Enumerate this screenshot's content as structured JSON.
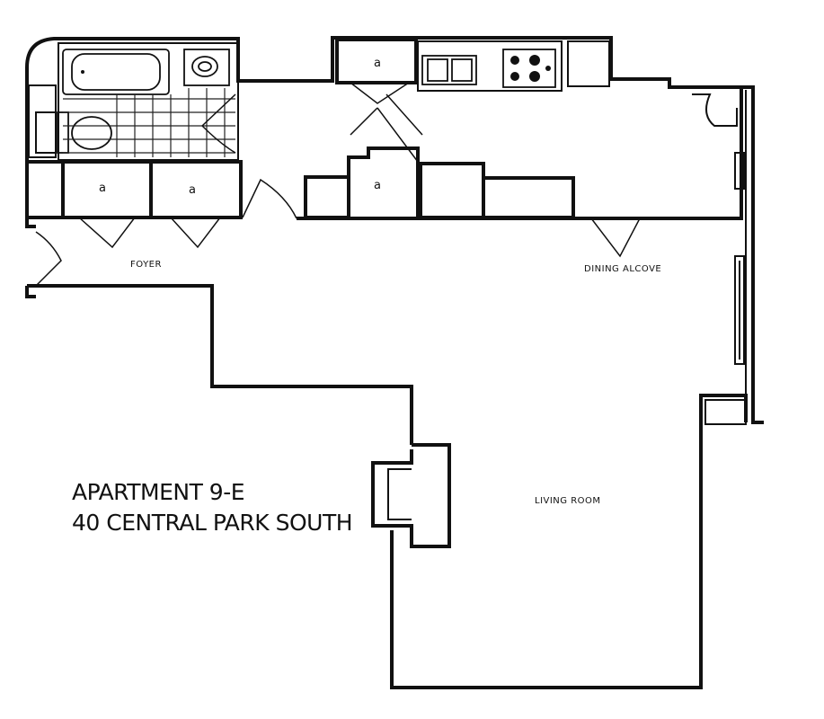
{
  "plan": {
    "title_line1": "APARTMENT 9-E",
    "title_line2": "40 CENTRAL PARK SOUTH",
    "rooms": {
      "foyer": "FOYER",
      "dining_alcove": "DINING ALCOVE",
      "living_room": "LIVING ROOM"
    },
    "closet_mark": "a"
  }
}
